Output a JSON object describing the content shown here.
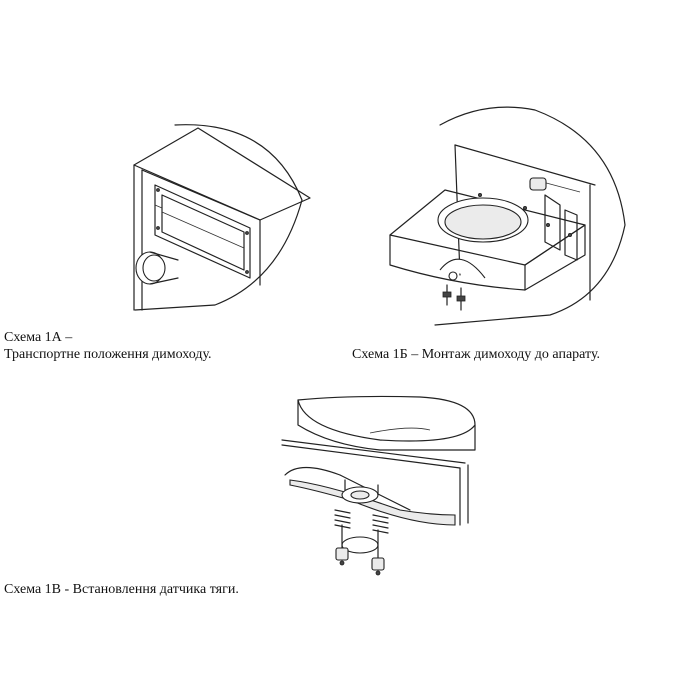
{
  "scheme_1a": {
    "caption_line1": "Схема 1А –",
    "caption_line2": "Транспортне положення димоходу."
  },
  "scheme_1b": {
    "caption": "Схема  1Б – Монтаж димоходу до апарату."
  },
  "scheme_1v": {
    "caption": "Схема 1В -  Встановлення датчика тяги."
  }
}
